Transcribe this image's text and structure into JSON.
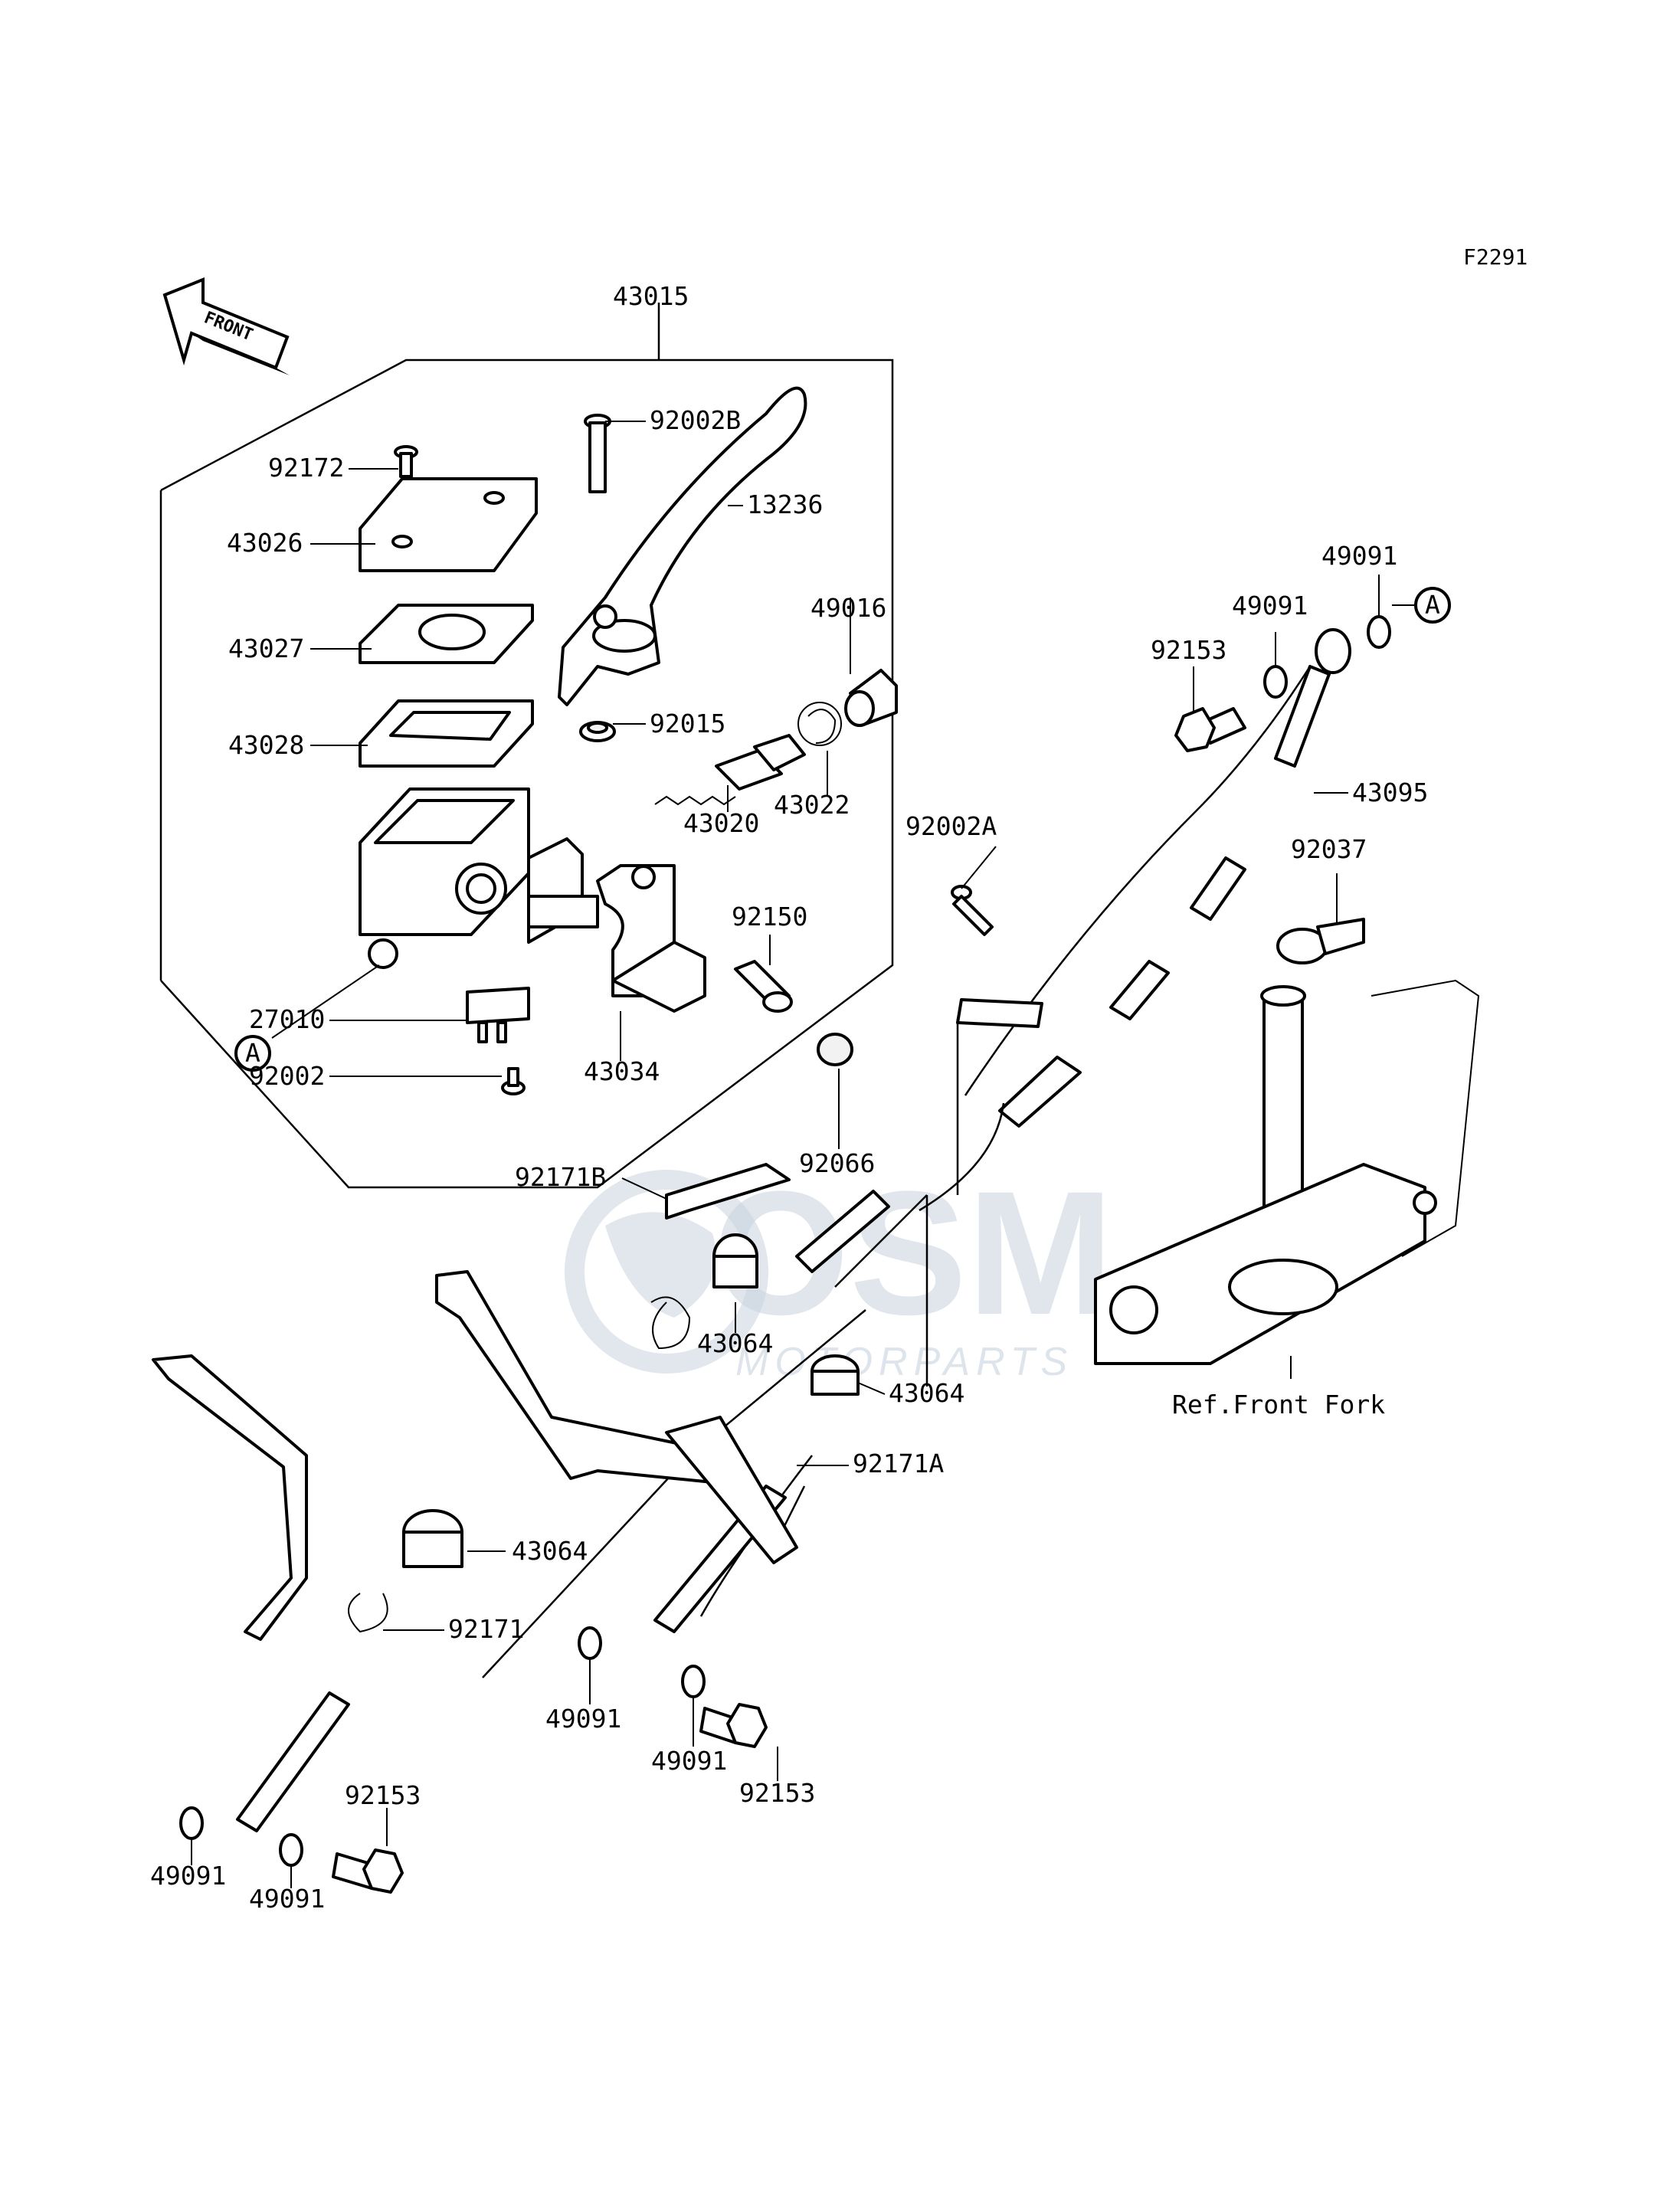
{
  "figure_code": "F2291",
  "front_arrow_label": "FRONT",
  "reference_note": "Ref.Front Fork",
  "watermark": {
    "logo_text": "OSM",
    "tagline": "MOTORPARTS"
  },
  "callouts": [
    {
      "id": "43015",
      "text": "43015"
    },
    {
      "id": "92002B",
      "text": "92002B"
    },
    {
      "id": "92172",
      "text": "92172"
    },
    {
      "id": "13236",
      "text": "13236"
    },
    {
      "id": "43026",
      "text": "43026"
    },
    {
      "id": "49016",
      "text": "49016"
    },
    {
      "id": "43027",
      "text": "43027"
    },
    {
      "id": "92015",
      "text": "92015"
    },
    {
      "id": "43022",
      "text": "43022"
    },
    {
      "id": "43028",
      "text": "43028"
    },
    {
      "id": "43020",
      "text": "43020"
    },
    {
      "id": "92150",
      "text": "92150"
    },
    {
      "id": "27010",
      "text": "27010"
    },
    {
      "id": "43034",
      "text": "43034"
    },
    {
      "id": "92002",
      "text": "92002"
    },
    {
      "id": "92066",
      "text": "92066"
    },
    {
      "id": "92171B",
      "text": "92171B"
    },
    {
      "id": "43064a",
      "text": "43064"
    },
    {
      "id": "43064b",
      "text": "43064"
    },
    {
      "id": "92171A",
      "text": "92171A"
    },
    {
      "id": "43064c",
      "text": "43064"
    },
    {
      "id": "92171",
      "text": "92171"
    },
    {
      "id": "49091a",
      "text": "49091"
    },
    {
      "id": "49091b",
      "text": "49091"
    },
    {
      "id": "92153a",
      "text": "92153"
    },
    {
      "id": "92153b",
      "text": "92153"
    },
    {
      "id": "49091c",
      "text": "49091"
    },
    {
      "id": "49091d",
      "text": "49091"
    },
    {
      "id": "49091e",
      "text": "49091"
    },
    {
      "id": "49091f",
      "text": "49091"
    },
    {
      "id": "92153c",
      "text": "92153"
    },
    {
      "id": "43095",
      "text": "43095"
    },
    {
      "id": "92002A",
      "text": "92002A"
    },
    {
      "id": "92037",
      "text": "92037"
    }
  ],
  "connector_markers": [
    {
      "id": "A-left",
      "text": "A"
    },
    {
      "id": "A-right",
      "text": "A"
    }
  ]
}
